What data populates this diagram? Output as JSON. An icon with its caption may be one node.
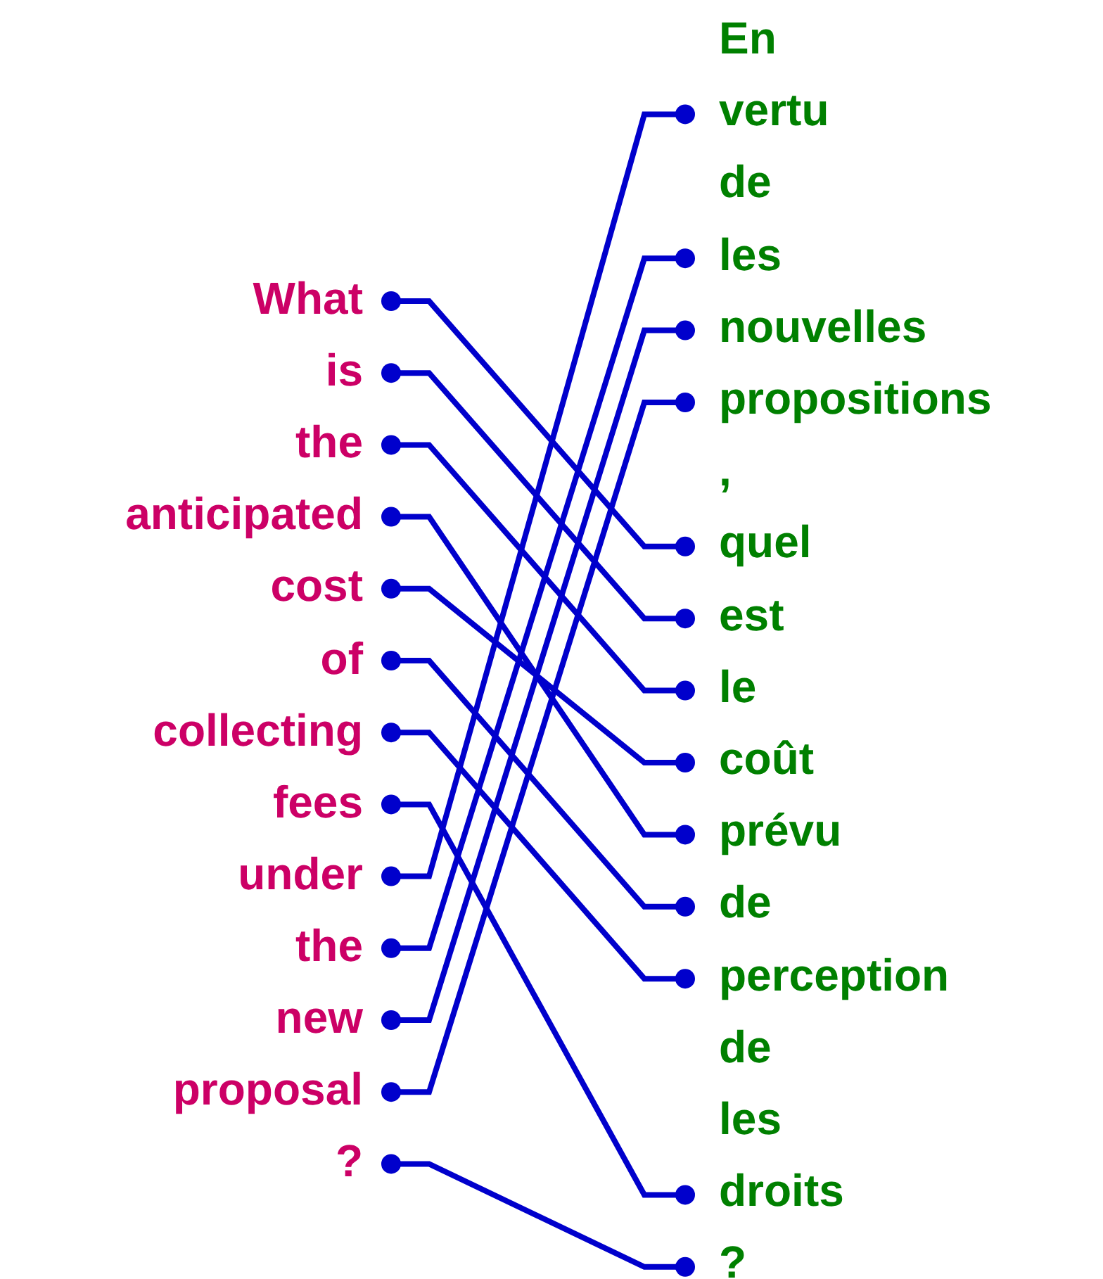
{
  "diagram": {
    "nodes": [
      {
        "text": [
          "What"
        ]
      },
      {
        "text": [
          "is"
        ]
      },
      {
        "text": [
          "the"
        ]
      },
      {
        "text": [
          "anticipated"
        ]
      },
      {
        "text": [
          "cost"
        ]
      },
      {
        "text": [
          "of"
        ]
      },
      {
        "text": [
          "collecting"
        ]
      },
      {
        "text": [
          "fees"
        ]
      },
      {
        "text": [
          "under"
        ]
      },
      {
        "text": [
          "the"
        ]
      },
      {
        "text": [
          "new"
        ]
      },
      {
        "text": [
          "proposal"
        ]
      },
      {
        "text": [
          "?"
        ]
      },
      {
        "text": [
          "En"
        ]
      },
      {
        "text": [
          "vertu"
        ]
      },
      {
        "text": [
          "de"
        ]
      },
      {
        "text": [
          "les"
        ]
      },
      {
        "text": [
          "nouvelles"
        ]
      },
      {
        "text": [
          "propositions"
        ]
      },
      {
        "text": [
          ","
        ]
      },
      {
        "text": [
          "quel"
        ]
      },
      {
        "text": [
          "est"
        ]
      },
      {
        "text": [
          "le"
        ]
      },
      {
        "text": [
          "coût"
        ]
      },
      {
        "text": [
          "prévu"
        ]
      },
      {
        "text": [
          "de"
        ]
      },
      {
        "text": [
          "perception"
        ]
      },
      {
        "text": [
          "de"
        ]
      },
      {
        "text": [
          "les"
        ]
      },
      {
        "text": [
          "droits"
        ]
      },
      {
        "text": [
          "?"
        ]
      }
    ],
    "edges": [
      {
        "from": 0,
        "to": 20,
        "arrow": "other"
      },
      {
        "from": 1,
        "to": 21,
        "arrow": "other"
      },
      {
        "from": 2,
        "to": 22,
        "arrow": "other"
      },
      {
        "from": 3,
        "to": 24,
        "arrow": "other"
      },
      {
        "from": 4,
        "to": 23,
        "arrow": "other"
      },
      {
        "from": 5,
        "to": 25,
        "arrow": "other"
      },
      {
        "from": 6,
        "to": 26,
        "arrow": "other"
      },
      {
        "from": 7,
        "to": 29,
        "arrow": "other"
      },
      {
        "from": 8,
        "to": 14,
        "arrow": "other"
      },
      {
        "from": 9,
        "to": 16,
        "arrow": "other"
      },
      {
        "from": 10,
        "to": 17,
        "arrow": "other"
      },
      {
        "from": 11,
        "to": 18,
        "arrow": "other"
      },
      {
        "from": 12,
        "to": 30,
        "arrow": "other"
      }
    ]
  }
}
